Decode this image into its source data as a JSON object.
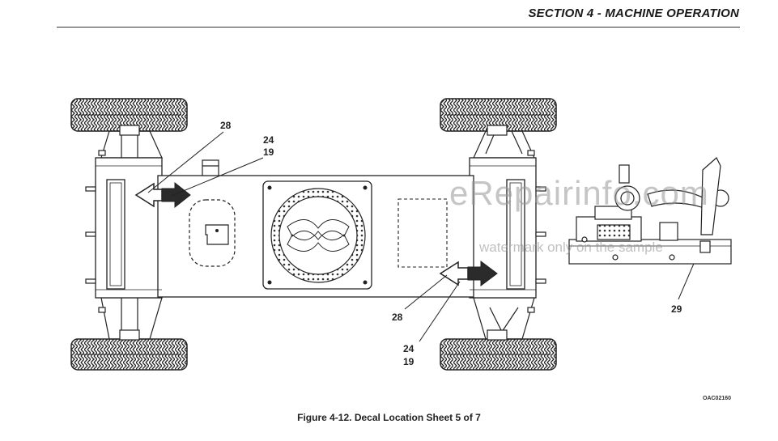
{
  "header": {
    "section_title": "SECTION 4 - MACHINE OPERATION"
  },
  "figure": {
    "caption": "Figure 4-12. Decal Location Sheet 5 of 7",
    "drawing_code": "OAC02160",
    "callouts": {
      "top_28": "28",
      "top_24": "24",
      "top_19": "19",
      "bottom_28": "28",
      "bottom_24": "24",
      "bottom_19": "19",
      "side_29": "29"
    }
  },
  "watermark": {
    "main": "eRepairinfo.com",
    "sub": "watermark only on the sample"
  },
  "colors": {
    "line": "#222222",
    "arrow_fill": "#2b2b2b",
    "watermark": "#969696"
  }
}
